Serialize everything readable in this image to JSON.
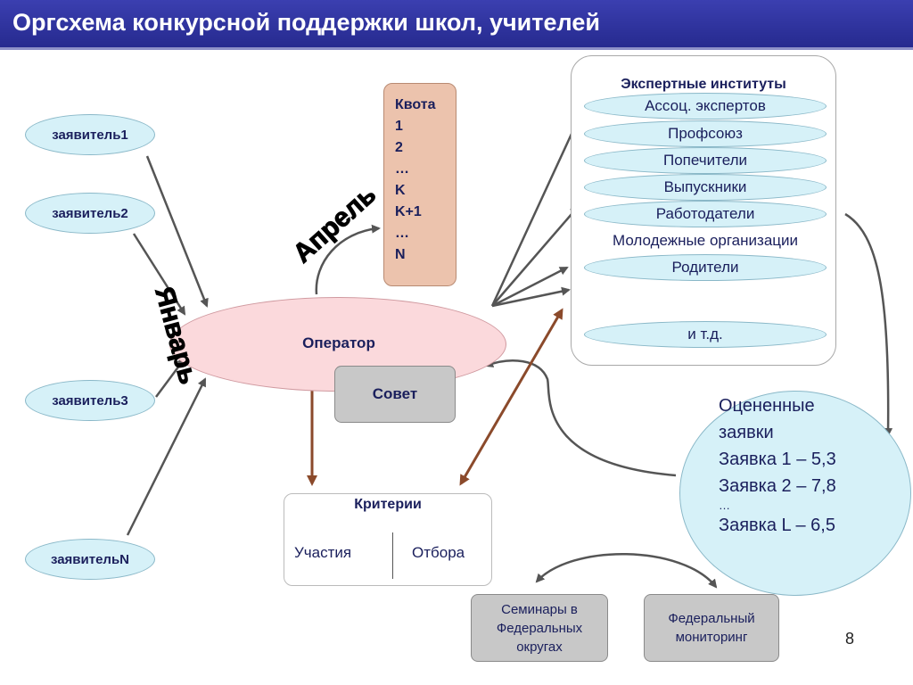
{
  "header": {
    "title": "Оргсхема конкурсной поддержки школ, учителей"
  },
  "applicants": [
    "заявитель1",
    "заявитель2",
    "заявитель3",
    "заявительN"
  ],
  "operator": {
    "label": "Оператор"
  },
  "council": {
    "label": "Совет"
  },
  "quota": {
    "items": [
      "Квота",
      "1",
      "2",
      "…",
      "K",
      "K+1",
      "…",
      "N"
    ]
  },
  "months": {
    "january": "Январь",
    "april": "Апрель"
  },
  "experts": {
    "title": "Экспертные институты",
    "items": [
      "Ассоц. экспертов",
      "Профсоюз",
      "Попечители",
      "Выпускники",
      "Работодатели",
      "Молодежные организации",
      "Родители",
      "и т.д."
    ]
  },
  "evaluated": {
    "title_line1": "Оцененные",
    "title_line2": "заявки",
    "line1": "Заявка 1 – 5,3",
    "line2": "Заявка 2 – 7,8",
    "dots": "…",
    "line3": "Заявка L – 6,5"
  },
  "criteria": {
    "title": "Критерии",
    "participation": "Участия",
    "selection": "Отбора"
  },
  "seminars": {
    "line1": "Семинары в",
    "line2": "Федеральных",
    "line3": "округах"
  },
  "monitoring": {
    "line1": "Федеральный",
    "line2": "мониторинг"
  },
  "page_number": "8",
  "colors": {
    "header": "#2e3299",
    "light_blue": "#d6f1f8",
    "pink": "#fbd9dc",
    "peach": "#ecc3ad",
    "grey": "#c8c8c8",
    "brown_arrow": "#8b4a2b",
    "grey_arrow": "#555555"
  }
}
